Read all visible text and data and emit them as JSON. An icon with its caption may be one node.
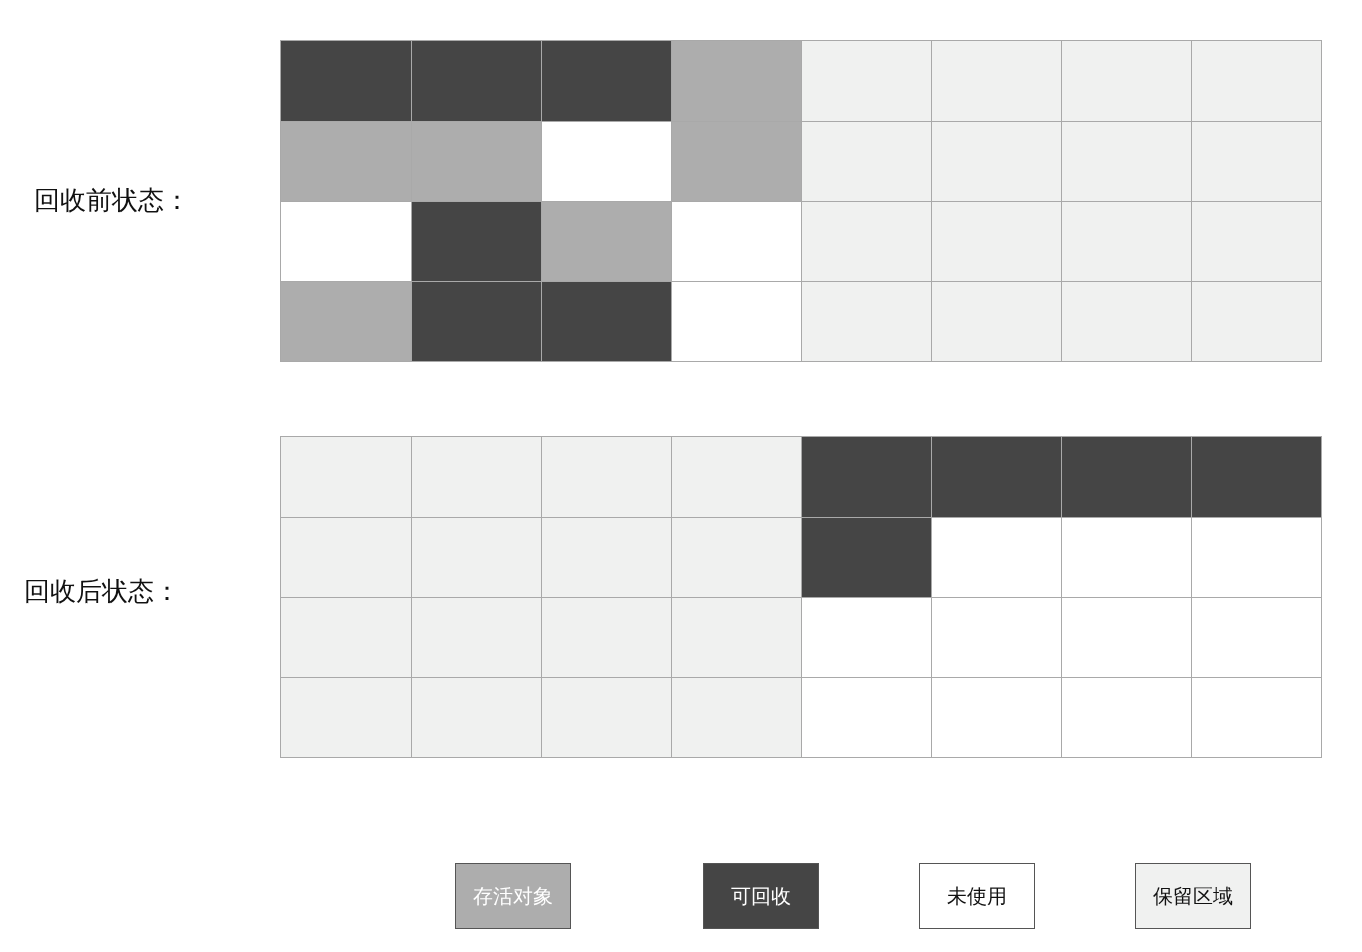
{
  "diagram": {
    "nodes": [
      {
        "text": [
          "回收前状态："
        ]
      },
      {
        "text": [],
        "shape": "box",
        "in": 0
      },
      {
        "text": [],
        "shape": "box",
        "in": 0
      },
      {
        "text": [],
        "shape": "box",
        "in": 0
      },
      {
        "text": [],
        "shape": "box",
        "in": 0
      },
      {
        "text": [],
        "shape": "box",
        "in": 0
      },
      {
        "text": [],
        "shape": "box",
        "in": 0
      },
      {
        "text": [],
        "shape": "box",
        "in": 0
      },
      {
        "text": [],
        "shape": "box",
        "in": 0
      },
      {
        "text": [],
        "shape": "box",
        "in": 0
      },
      {
        "text": [],
        "shape": "box",
        "in": 0
      },
      {
        "text": [],
        "shape": "box",
        "in": 0
      },
      {
        "text": [],
        "shape": "box",
        "in": 0
      },
      {
        "text": [],
        "shape": "box",
        "in": 0
      },
      {
        "text": [],
        "shape": "box",
        "in": 0
      },
      {
        "text": [],
        "shape": "box",
        "in": 0
      },
      {
        "text": [],
        "shape": "box",
        "in": 0
      },
      {
        "text": [],
        "shape": "box",
        "in": 0
      },
      {
        "text": [],
        "shape": "box",
        "in": 0
      },
      {
        "text": [],
        "shape": "box",
        "in": 0
      },
      {
        "text": [],
        "shape": "box",
        "in": 0
      },
      {
        "text": [],
        "shape": "box",
        "in": 0
      },
      {
        "text": [],
        "shape": "box",
        "in": 0
      },
      {
        "text": [],
        "shape": "box",
        "in": 0
      },
      {
        "text": [],
        "shape": "box",
        "in": 0
      },
      {
        "text": [],
        "shape": "box",
        "in": 0
      },
      {
        "text": [],
        "shape": "box",
        "in": 0
      },
      {
        "text": [],
        "shape": "box",
        "in": 0
      },
      {
        "text": [],
        "shape": "box",
        "in": 0
      },
      {
        "text": [],
        "shape": "box",
        "in": 0
      },
      {
        "text": [],
        "shape": "box",
        "in": 0
      },
      {
        "text": [],
        "shape": "box",
        "in": 0
      },
      {
        "text": [],
        "shape": "box",
        "in": 0
      },
      {
        "text": [
          "回收后状态："
        ]
      },
      {
        "text": [],
        "shape": "box",
        "in": 33
      },
      {
        "text": [],
        "shape": "box",
        "in": 33
      },
      {
        "text": [],
        "shape": "box",
        "in": 33
      },
      {
        "text": [],
        "shape": "box",
        "in": 33
      },
      {
        "text": [],
        "shape": "box",
        "in": 33
      },
      {
        "text": [],
        "shape": "box",
        "in": 33
      },
      {
        "text": [],
        "shape": "box",
        "in": 33
      },
      {
        "text": [],
        "shape": "box",
        "in": 33
      },
      {
        "text": [],
        "shape": "box",
        "in": 33
      },
      {
        "text": [],
        "shape": "box",
        "in": 33
      },
      {
        "text": [],
        "shape": "box",
        "in": 33
      },
      {
        "text": [],
        "shape": "box",
        "in": 33
      },
      {
        "text": [],
        "shape": "box",
        "in": 33
      },
      {
        "text": [],
        "shape": "box",
        "in": 33
      },
      {
        "text": [],
        "shape": "box",
        "in": 33
      },
      {
        "text": [],
        "shape": "box",
        "in": 33
      },
      {
        "text": [],
        "shape": "box",
        "in": 33
      },
      {
        "text": [],
        "shape": "box",
        "in": 33
      },
      {
        "text": [],
        "shape": "box",
        "in": 33
      },
      {
        "text": [],
        "shape": "box",
        "in": 33
      },
      {
        "text": [],
        "shape": "box",
        "in": 33
      },
      {
        "text": [],
        "shape": "box",
        "in": 33
      },
      {
        "text": [],
        "shape": "box",
        "in": 33
      },
      {
        "text": [],
        "shape": "box",
        "in": 33
      },
      {
        "text": [],
        "shape": "box",
        "in": 33
      },
      {
        "text": [],
        "shape": "box",
        "in": 33
      },
      {
        "text": [],
        "shape": "box",
        "in": 33
      },
      {
        "text": [],
        "shape": "box",
        "in": 33
      },
      {
        "text": [],
        "shape": "box",
        "in": 33
      },
      {
        "text": [],
        "shape": "box",
        "in": 33
      },
      {
        "text": [],
        "shape": "box",
        "in": 33
      },
      {
        "text": [],
        "shape": "box",
        "in": 33
      }
    ],
    "legend": [
      {
        "text": "存活对象",
        "color": "#adadad"
      },
      {
        "text": "可回收",
        "color": "#454545"
      },
      {
        "text": "未使用",
        "color": "#ffffff"
      },
      {
        "text": "保留区域",
        "color": "#f0f1f0"
      }
    ]
  }
}
